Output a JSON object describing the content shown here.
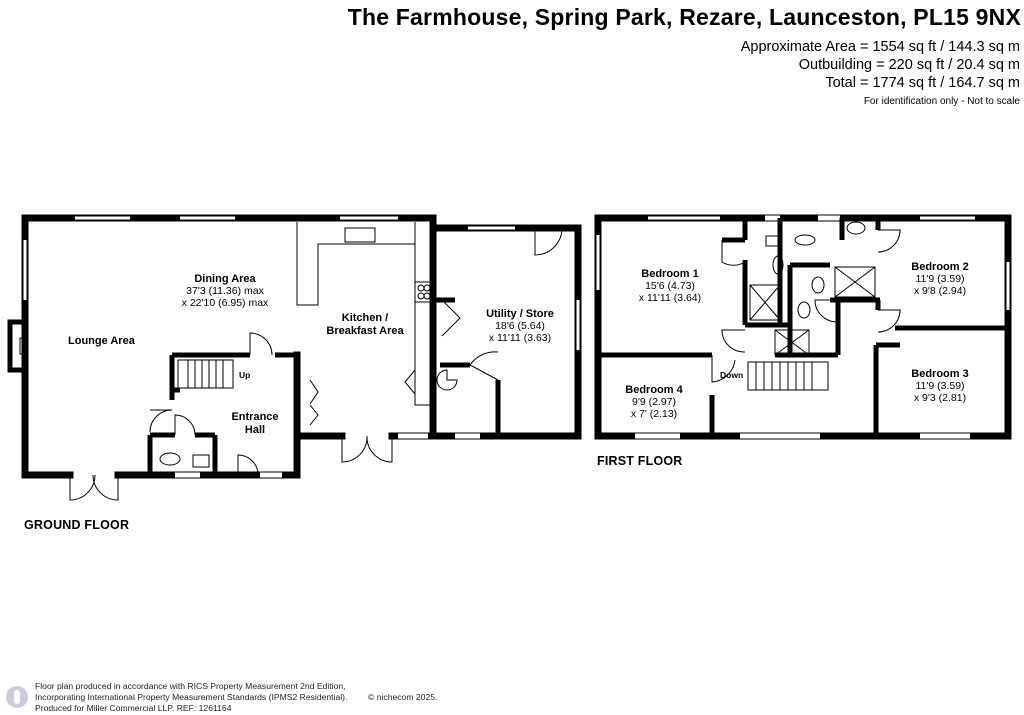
{
  "header": {
    "title": "The Farmhouse, Spring Park, Rezare, Launceston, PL15 9NX",
    "approx_area": "Approximate Area = 1554 sq ft / 144.3 sq m",
    "outbuilding": "Outbuilding = 220 sq ft / 20.4 sq m",
    "total": "Total = 1774 sq ft / 164.7 sq m",
    "note": "For identification only - Not to scale"
  },
  "floors": {
    "ground": "GROUND FLOOR",
    "first": "FIRST FLOOR"
  },
  "rooms": {
    "lounge": {
      "name": "Lounge Area"
    },
    "dining": {
      "name": "Dining Area",
      "dim1": "37'3 (11.36) max",
      "dim2": "x 22'10 (6.95) max"
    },
    "kitchen": {
      "name1": "Kitchen /",
      "name2": "Breakfast Area"
    },
    "hall": {
      "name1": "Entrance",
      "name2": "Hall"
    },
    "utility": {
      "name": "Utility / Store",
      "dim1": "18'6 (5.64)",
      "dim2": "x 11'11 (3.63)"
    },
    "bed1": {
      "name": "Bedroom 1",
      "dim1": "15'6 (4.73)",
      "dim2": "x 11'11 (3.64)"
    },
    "bed2": {
      "name": "Bedroom 2",
      "dim1": "11'9 (3.59)",
      "dim2": "x 9'8 (2.94)"
    },
    "bed3": {
      "name": "Bedroom 3",
      "dim1": "11'9 (3.59)",
      "dim2": "x 9'3 (2.81)"
    },
    "bed4": {
      "name": "Bedroom 4",
      "dim1": "9'9 (2.97)",
      "dim2": "x 7' (2.13)"
    }
  },
  "stairs": {
    "up": "Up",
    "down": "Down"
  },
  "footer": {
    "line1": "Floor plan produced in accordance with RICS Property Measurement 2nd Edition,",
    "line2": "Incorporating International Property Measurement Standards (IPMS2 Residential).",
    "copyright": "© nichecom 2025.",
    "ref": "Produced for Miller Commercial LLP.     REF:   1261164"
  }
}
